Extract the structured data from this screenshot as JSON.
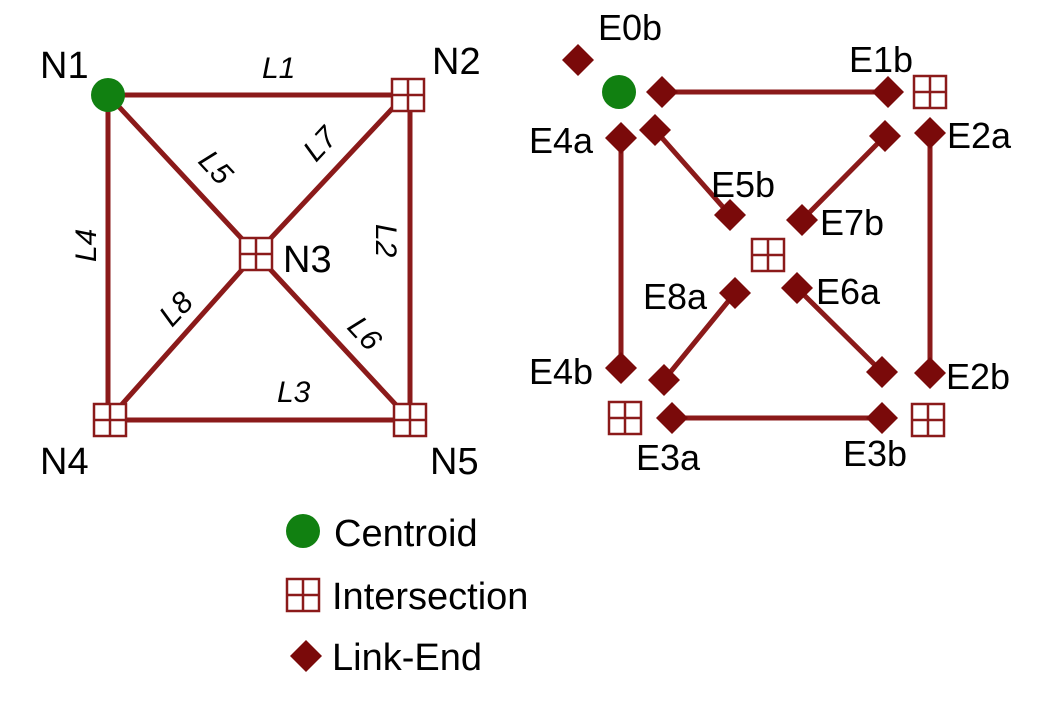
{
  "colors": {
    "link": "#8b1a1a",
    "centroid": "#118011",
    "intersection": "#8b1a1a",
    "link_end": "#7a0a0a",
    "text": "#000000"
  },
  "nodes": {
    "n1": "N1",
    "n2": "N2",
    "n3": "N3",
    "n4": "N4",
    "n5": "N5"
  },
  "links": {
    "l1": "L1",
    "l2": "L2",
    "l3": "L3",
    "l4": "L4",
    "l5": "L5",
    "l6": "L6",
    "l7": "L7",
    "l8": "L8"
  },
  "link_ends": {
    "e0b": "E0b",
    "e1b": "E1b",
    "e2a": "E2a",
    "e2b": "E2b",
    "e3a": "E3a",
    "e3b": "E3b",
    "e4a": "E4a",
    "e4b": "E4b",
    "e5b": "E5b",
    "e6a": "E6a",
    "e7b": "E7b",
    "e8a": "E8a"
  },
  "legend": {
    "centroid": "Centroid",
    "intersection": "Intersection",
    "link_end": "Link-End"
  },
  "icons": {
    "centroid": "circle",
    "intersection": "grid-square",
    "link_end": "diamond"
  }
}
